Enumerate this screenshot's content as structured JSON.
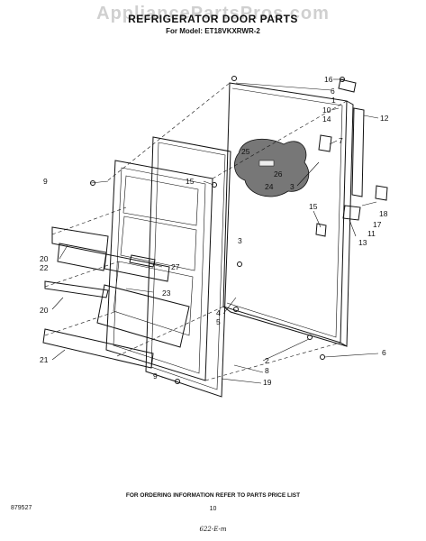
{
  "watermark": "AppliancePartsPros.com",
  "title": "REFRIGERATOR DOOR PARTS",
  "subtitle": "For Model: ET18VKXRWR-2",
  "footer": {
    "ordering_info": "FOR ORDERING INFORMATION REFER TO PARTS PRICE LIST",
    "doc_number": "879527",
    "page_number": "10",
    "handwritten_note": "622-E-m"
  },
  "callouts": [
    "16",
    "6",
    "1",
    "10",
    "14",
    "12",
    "7",
    "25",
    "26",
    "24",
    "3",
    "15",
    "11",
    "17",
    "18",
    "13",
    "9",
    "15",
    "20",
    "22",
    "27",
    "3",
    "23",
    "20",
    "4",
    "5",
    "21",
    "2",
    "8",
    "19",
    "9",
    "6"
  ]
}
